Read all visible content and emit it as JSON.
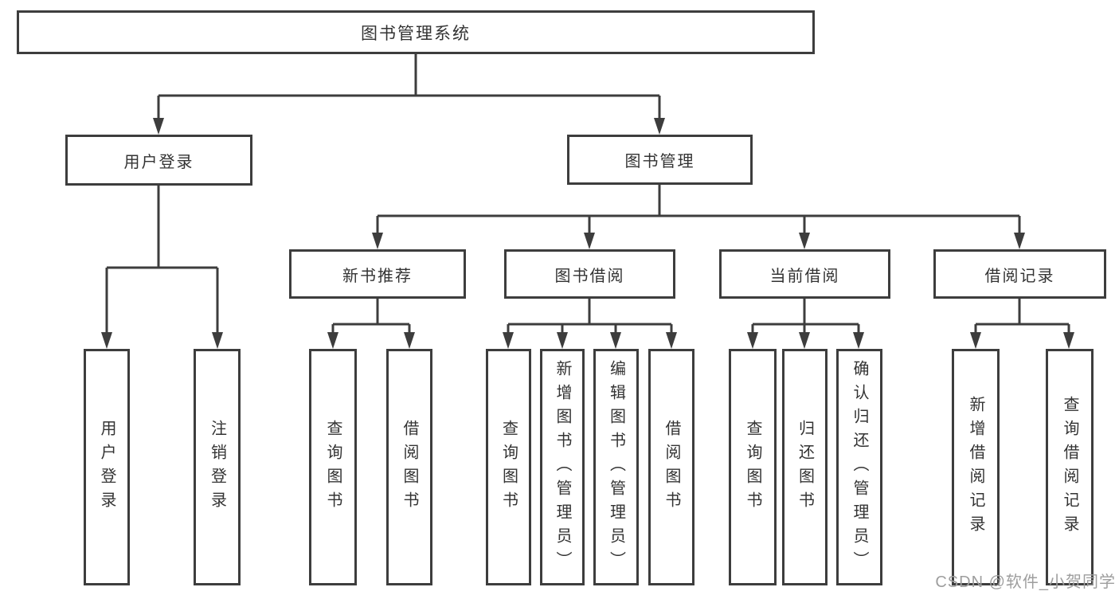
{
  "diagram": {
    "root": {
      "label": "图书管理系统"
    },
    "level2": [
      {
        "label": "用户登录"
      },
      {
        "label": "图书管理"
      }
    ],
    "level3": [
      {
        "label": "新书推荐"
      },
      {
        "label": "图书借阅"
      },
      {
        "label": "当前借阅"
      },
      {
        "label": "借阅记录"
      }
    ],
    "leaves": [
      {
        "label": "用户登录"
      },
      {
        "label": "注销登录"
      },
      {
        "label": "查询图书"
      },
      {
        "label": "借阅图书"
      },
      {
        "label": "查询图书"
      },
      {
        "label": "新增图书（管理员）"
      },
      {
        "label": "编辑图书（管理员）"
      },
      {
        "label": "借阅图书"
      },
      {
        "label": "查询图书"
      },
      {
        "label": "归还图书"
      },
      {
        "label": "确认归还（管理员）"
      },
      {
        "label": "新增借阅记录"
      },
      {
        "label": "查询借阅记录"
      }
    ]
  },
  "watermark": {
    "text": "CSDN @软件_小贺同学"
  },
  "colors": {
    "line": "#3d3d3d",
    "border": "#3d3d3d",
    "text": "#333333",
    "background": "#ffffff",
    "watermark": "#9e9e9e"
  }
}
